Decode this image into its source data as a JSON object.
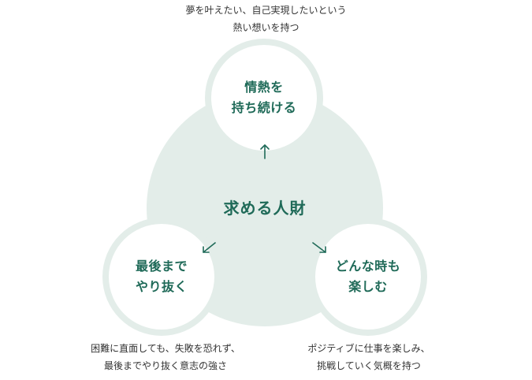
{
  "center": {
    "title": "求める人財"
  },
  "nodes": {
    "top": {
      "label": "情熱を\n持ち続ける",
      "description": "夢を叶えたい、自己実現したいという\n熱い想いを持つ"
    },
    "left": {
      "label": "最後まで\nやり抜く",
      "description": "困難に直面しても、失敗を恐れず、\n最後までやり抜く意志の強さ"
    },
    "right": {
      "label": "どんな時も\n楽しむ",
      "description": "ポジティブに仕事を楽しみ、\n挑戦していく気概を持つ"
    }
  },
  "colors": {
    "accent": "#1f6a58",
    "circle_fill": "#e3ede9",
    "text": "#333333"
  }
}
